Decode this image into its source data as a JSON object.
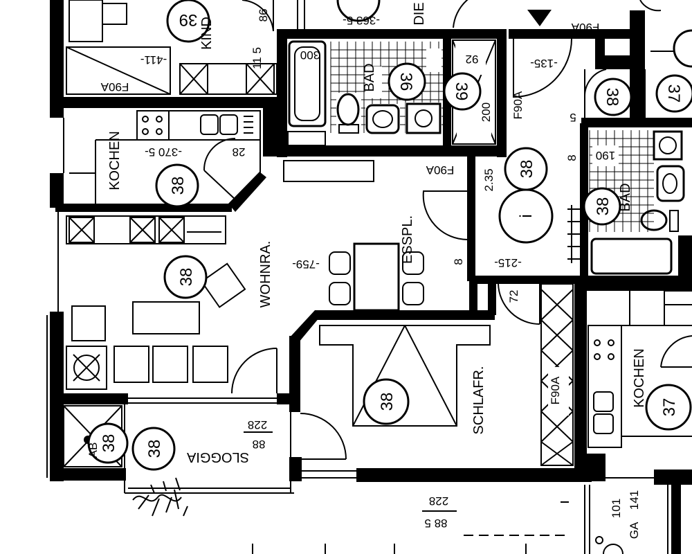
{
  "rooms": {
    "kind": "KIND",
    "bad_top": "BAD",
    "kochen_left": "KOCHEN",
    "wohnraum": "WOHNRA.",
    "essplatz": "ESSPL.",
    "bad_right": "BAD",
    "schlafraum": "SCHLAFR.",
    "loggia": "SLOGGIA",
    "kochen_right": "KOCHEN",
    "diele_partial": "DIE"
  },
  "unit_numbers": {
    "top_left": "39",
    "kochen_left": "38",
    "wohnraum": "38",
    "bad_top": "36",
    "small_room": "39",
    "hall": "38",
    "bad_right": "38",
    "schlafraum": "38",
    "loggia_a": "38",
    "loggia_b": "38",
    "kochen_right": "37",
    "top_right_a": "38",
    "top_right_b": "37"
  },
  "fire_labels": {
    "f90a_left": "F90A",
    "f90a_top_right": "F90A",
    "f90a_hall": "F90A",
    "f90a_side": "F90A",
    "f90a_vertical": "F90A"
  },
  "dimensions": {
    "d_411": "-411-",
    "d_115": "11 5",
    "d_86": "86",
    "d_3635": "-363 5-",
    "d_3705": "-370 5-",
    "d_28": "28",
    "d_759": "-759-",
    "d_8a": "8",
    "d_215": "-215-",
    "d_235": "2.35",
    "d_8b": "8",
    "d_72": "72",
    "d_228a": "228",
    "d_88a": "88",
    "d_228b": "228",
    "d_885": "88 5",
    "d_135": "-135-",
    "d_300": "300",
    "d_92": "92",
    "d_200": "200",
    "d_190": "190",
    "d_101": "101",
    "d_141": "141",
    "d_5": "5",
    "d_ga": "GA"
  },
  "symbols": {
    "info_mark": "i",
    "loggia_ab": "AB"
  }
}
